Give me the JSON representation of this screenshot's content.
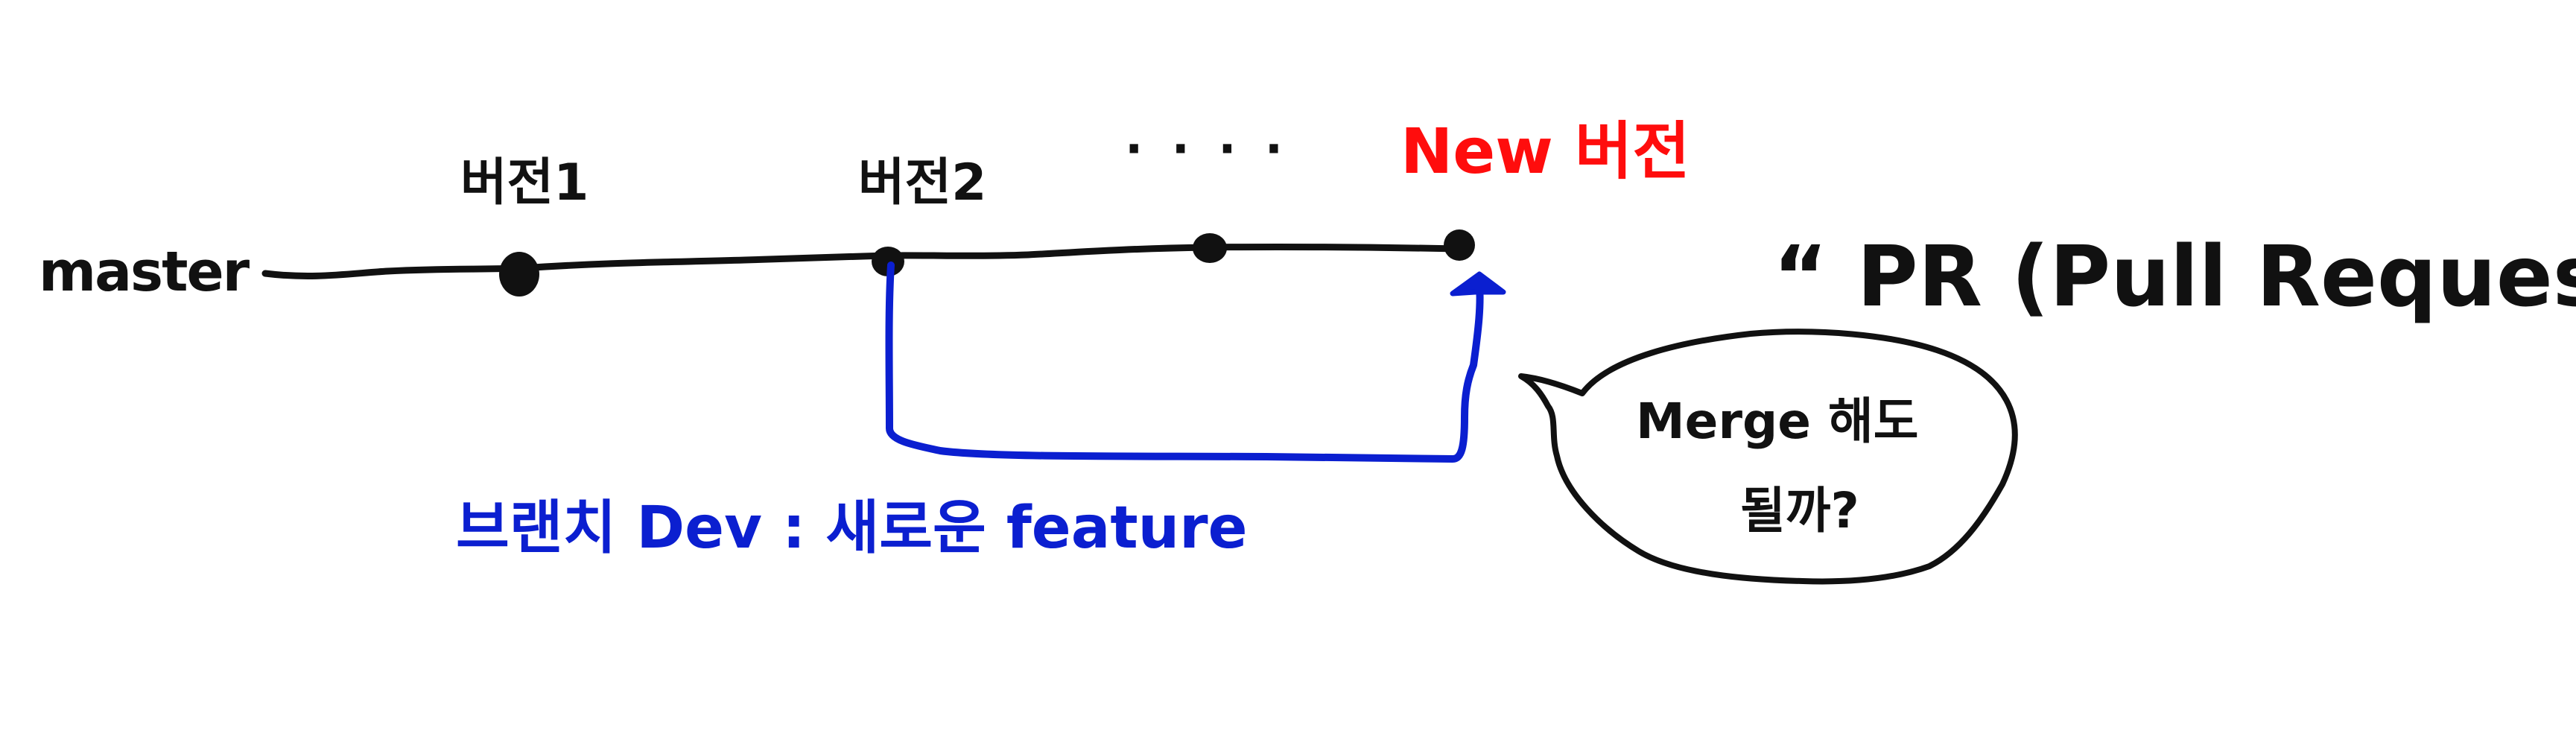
{
  "labels": {
    "branch_main": "master",
    "version_1": "버전1",
    "version_2": "버전2",
    "ellipsis": "· · · ·",
    "new_version": "New 버전",
    "pr_title": "“ PR (Pull Request) ”",
    "branch_dev": "브랜치 Dev : 새로운 feature",
    "bubble_line1": "Merge 해도",
    "bubble_line2": "될까?"
  },
  "colors": {
    "main": "#111111",
    "dev": "#0b1fd0",
    "new_version": "#ff0d0d",
    "background": "#ffffff"
  }
}
